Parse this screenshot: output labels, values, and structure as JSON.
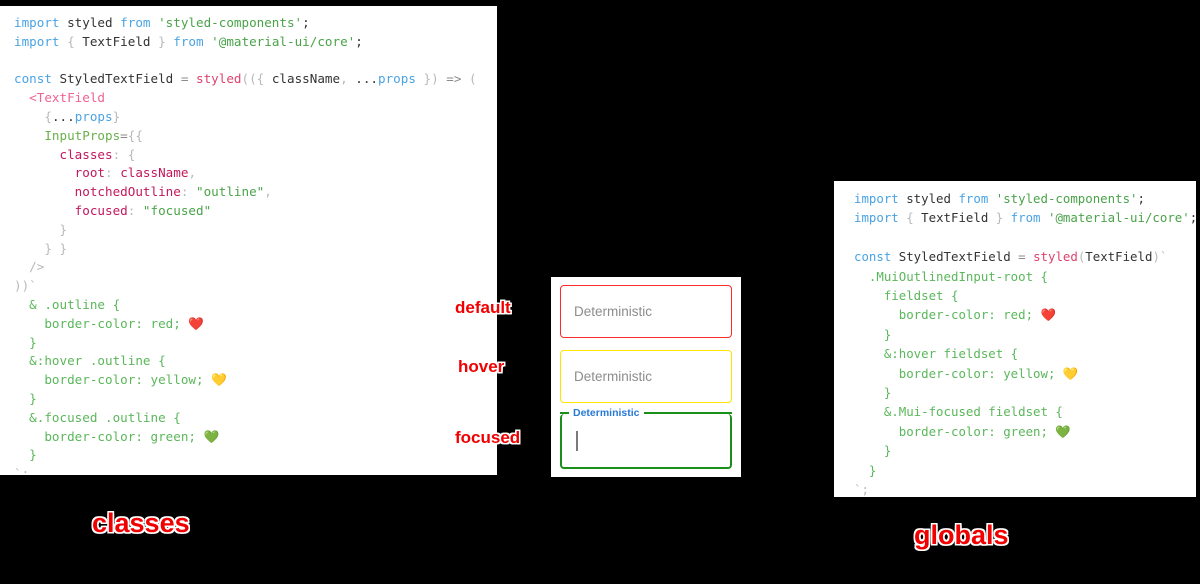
{
  "panels": {
    "classes": {
      "caption": "classes",
      "code_lines": [
        [
          [
            "import ",
            "t-kw"
          ],
          [
            "styled",
            "t-plain"
          ],
          [
            " from ",
            "t-kw"
          ],
          [
            "'styled-components'",
            "t-str"
          ],
          [
            ";",
            "t-plain"
          ]
        ],
        [
          [
            "import ",
            "t-kw"
          ],
          [
            "{",
            "t-punc"
          ],
          [
            " TextField ",
            "t-plain"
          ],
          [
            "}",
            "t-punc"
          ],
          [
            " from ",
            "t-kw"
          ],
          [
            "'@material-ui/core'",
            "t-str"
          ],
          [
            ";",
            "t-plain"
          ]
        ],
        [],
        [
          [
            "const ",
            "t-kw"
          ],
          [
            "StyledTextField",
            "t-plain"
          ],
          [
            " = ",
            "t-op"
          ],
          [
            "styled",
            "t-fn"
          ],
          [
            "((",
            "t-punc"
          ],
          [
            "{",
            "t-punc"
          ],
          [
            " className",
            "t-plain"
          ],
          [
            ", ",
            "t-punc"
          ],
          [
            "...",
            "t-plain"
          ],
          [
            "props",
            "t-var"
          ],
          [
            " ",
            "t-plain"
          ],
          [
            "}",
            "t-punc"
          ],
          [
            ") ",
            "t-punc"
          ],
          [
            "=>",
            "t-op"
          ],
          [
            " (",
            "t-punc"
          ]
        ],
        [
          [
            "  ",
            "t-plain"
          ],
          [
            "<TextField",
            "t-tag"
          ]
        ],
        [
          [
            "    ",
            "t-plain"
          ],
          [
            "{",
            "t-punc"
          ],
          [
            "...",
            "t-plain"
          ],
          [
            "props",
            "t-var"
          ],
          [
            "}",
            "t-punc"
          ]
        ],
        [
          [
            "    ",
            "t-plain"
          ],
          [
            "InputProps",
            "t-attr"
          ],
          [
            "=",
            "t-op"
          ],
          [
            "{{",
            "t-punc"
          ]
        ],
        [
          [
            "      ",
            "t-plain"
          ],
          [
            "classes",
            "t-key"
          ],
          [
            ": ",
            "t-punc"
          ],
          [
            "{",
            "t-punc"
          ]
        ],
        [
          [
            "        ",
            "t-plain"
          ],
          [
            "root",
            "t-key"
          ],
          [
            ": ",
            "t-punc"
          ],
          [
            "className",
            "t-key"
          ],
          [
            ",",
            "t-punc"
          ]
        ],
        [
          [
            "        ",
            "t-plain"
          ],
          [
            "notchedOutline",
            "t-key"
          ],
          [
            ": ",
            "t-punc"
          ],
          [
            "\"outline\"",
            "t-val"
          ],
          [
            ",",
            "t-punc"
          ]
        ],
        [
          [
            "        ",
            "t-plain"
          ],
          [
            "focused",
            "t-key"
          ],
          [
            ": ",
            "t-punc"
          ],
          [
            "\"focused\"",
            "t-val"
          ]
        ],
        [
          [
            "      ",
            "t-plain"
          ],
          [
            "}",
            "t-punc"
          ]
        ],
        [
          [
            "    ",
            "t-plain"
          ],
          [
            "} }",
            "t-punc"
          ]
        ],
        [
          [
            "  ",
            "t-plain"
          ],
          [
            "/>",
            "t-punc"
          ]
        ],
        [
          [
            "))`",
            "t-punc"
          ]
        ],
        [
          [
            "  ",
            "t-plain"
          ],
          [
            "& .outline {",
            "t-css"
          ]
        ],
        [
          [
            "    ",
            "t-plain"
          ],
          [
            "border-color: red;",
            "t-css"
          ],
          [
            " ❤️",
            "t-plain"
          ]
        ],
        [
          [
            "  ",
            "t-plain"
          ],
          [
            "}",
            "t-css"
          ]
        ],
        [
          [
            "  ",
            "t-plain"
          ],
          [
            "&:hover .outline {",
            "t-css"
          ]
        ],
        [
          [
            "    ",
            "t-plain"
          ],
          [
            "border-color: yellow;",
            "t-css"
          ],
          [
            " 💛",
            "t-plain"
          ]
        ],
        [
          [
            "  ",
            "t-plain"
          ],
          [
            "}",
            "t-css"
          ]
        ],
        [
          [
            "  ",
            "t-plain"
          ],
          [
            "&.focused .outline {",
            "t-css"
          ]
        ],
        [
          [
            "    ",
            "t-plain"
          ],
          [
            "border-color: green;",
            "t-css"
          ],
          [
            " 💚",
            "t-plain"
          ]
        ],
        [
          [
            "  ",
            "t-plain"
          ],
          [
            "}",
            "t-css"
          ]
        ],
        [
          [
            "`;",
            "t-punc"
          ]
        ]
      ]
    },
    "globals": {
      "caption": "globals",
      "code_lines": [
        [
          [
            "import ",
            "t-kw"
          ],
          [
            "styled",
            "t-plain"
          ],
          [
            " from ",
            "t-kw"
          ],
          [
            "'styled-components'",
            "t-str"
          ],
          [
            ";",
            "t-plain"
          ]
        ],
        [
          [
            "import ",
            "t-kw"
          ],
          [
            "{",
            "t-punc"
          ],
          [
            " TextField ",
            "t-plain"
          ],
          [
            "}",
            "t-punc"
          ],
          [
            " from ",
            "t-kw"
          ],
          [
            "'@material-ui/core'",
            "t-str"
          ],
          [
            ";",
            "t-plain"
          ]
        ],
        [],
        [
          [
            "const ",
            "t-kw"
          ],
          [
            "StyledTextField",
            "t-plain"
          ],
          [
            " = ",
            "t-op"
          ],
          [
            "styled",
            "t-fn"
          ],
          [
            "(",
            "t-punc"
          ],
          [
            "TextField",
            "t-plain"
          ],
          [
            ")`",
            "t-punc"
          ]
        ],
        [
          [
            "  ",
            "t-plain"
          ],
          [
            ".MuiOutlinedInput-root {",
            "t-css"
          ]
        ],
        [
          [
            "    ",
            "t-plain"
          ],
          [
            "fieldset {",
            "t-css"
          ]
        ],
        [
          [
            "      ",
            "t-plain"
          ],
          [
            "border-color: red;",
            "t-css"
          ],
          [
            " ❤️",
            "t-plain"
          ]
        ],
        [
          [
            "    ",
            "t-plain"
          ],
          [
            "}",
            "t-css"
          ]
        ],
        [
          [
            "    ",
            "t-plain"
          ],
          [
            "&:hover fieldset {",
            "t-css"
          ]
        ],
        [
          [
            "      ",
            "t-plain"
          ],
          [
            "border-color: yellow;",
            "t-css"
          ],
          [
            " 💛",
            "t-plain"
          ]
        ],
        [
          [
            "    ",
            "t-plain"
          ],
          [
            "}",
            "t-css"
          ]
        ],
        [
          [
            "    ",
            "t-plain"
          ],
          [
            "&.Mui-focused fieldset {",
            "t-css"
          ]
        ],
        [
          [
            "      ",
            "t-plain"
          ],
          [
            "border-color: green;",
            "t-css"
          ],
          [
            " 💚",
            "t-plain"
          ]
        ],
        [
          [
            "    ",
            "t-plain"
          ],
          [
            "}",
            "t-css"
          ]
        ],
        [
          [
            "  ",
            "t-plain"
          ],
          [
            "}",
            "t-css"
          ]
        ],
        [
          [
            "`;",
            "t-punc"
          ]
        ]
      ]
    }
  },
  "demo": {
    "fields": [
      {
        "state": "default",
        "label": "Deterministic",
        "value": "",
        "placeholder": "Deterministic",
        "border_color": "#ff2a2a",
        "floating": false
      },
      {
        "state": "hover",
        "label": "Deterministic",
        "value": "",
        "placeholder": "Deterministic",
        "border_color": "#ffe400",
        "floating": false
      },
      {
        "state": "focused",
        "label": "Deterministic",
        "value": "",
        "placeholder": "",
        "border_color": "#1a8f1a",
        "floating": true,
        "label_color": "#2979d6"
      }
    ]
  },
  "annotations": {
    "default": "default",
    "hover": "hover",
    "focused": "focused"
  },
  "colors": {
    "background": "#000000",
    "panel": "#ffffff",
    "annotation": "#f00000",
    "red": "#ff2a2a",
    "yellow": "#ffe400",
    "green": "#1a8f1a",
    "label_blue": "#2979d6"
  }
}
